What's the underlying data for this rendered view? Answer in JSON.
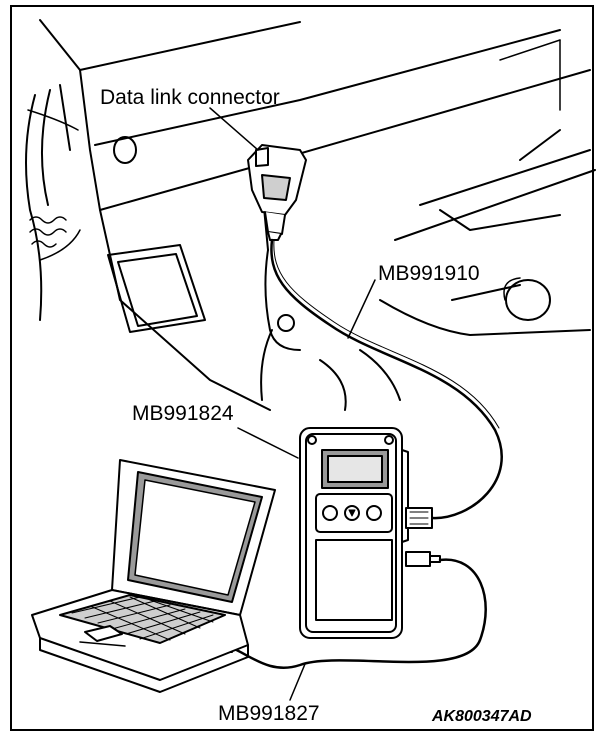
{
  "labels": {
    "data_link_connector": "Data link connector",
    "mb991910": "MB991910",
    "mb991824": "MB991824",
    "mb991827": "MB991827",
    "figure_code": "AK800347AD"
  },
  "colors": {
    "line": "#000000",
    "background": "#ffffff",
    "screen_fill": "#9a9a9a",
    "shade": "#cfcfcf"
  },
  "icons": {
    "connector": "obd-connector-icon",
    "scan_tool": "scan-tool-icon",
    "laptop": "laptop-icon"
  }
}
